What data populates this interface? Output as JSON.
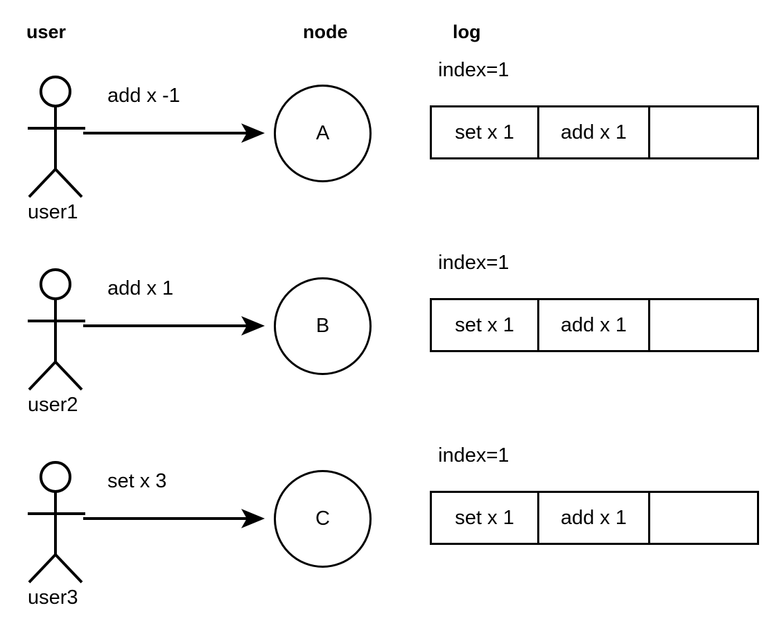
{
  "columns": [
    {
      "label": "user",
      "name": "user"
    },
    {
      "label": "node",
      "name": "node"
    },
    {
      "label": "log",
      "name": "log"
    }
  ],
  "style": {
    "stroke_color": "#000000",
    "background_color": "#ffffff",
    "text_color": "#000000"
  },
  "rows": [
    {
      "actor_label": "user1",
      "actor_icon": "stick-figure-icon",
      "message": "add x -1",
      "arrow_icon": "arrow-right-icon",
      "node_label": "A",
      "log": {
        "index_label": "index=1",
        "entries": [
          "set x 1",
          "add x 1",
          ""
        ]
      }
    },
    {
      "actor_label": "user2",
      "actor_icon": "stick-figure-icon",
      "message": "add x 1",
      "arrow_icon": "arrow-right-icon",
      "node_label": "B",
      "log": {
        "index_label": "index=1",
        "entries": [
          "set x 1",
          "add x 1",
          ""
        ]
      }
    },
    {
      "actor_label": "user3",
      "actor_icon": "stick-figure-icon",
      "message": "set x 3",
      "arrow_icon": "arrow-right-icon",
      "node_label": "C",
      "log": {
        "index_label": "index=1",
        "entries": [
          "set x 1",
          "add x 1",
          ""
        ]
      }
    }
  ]
}
